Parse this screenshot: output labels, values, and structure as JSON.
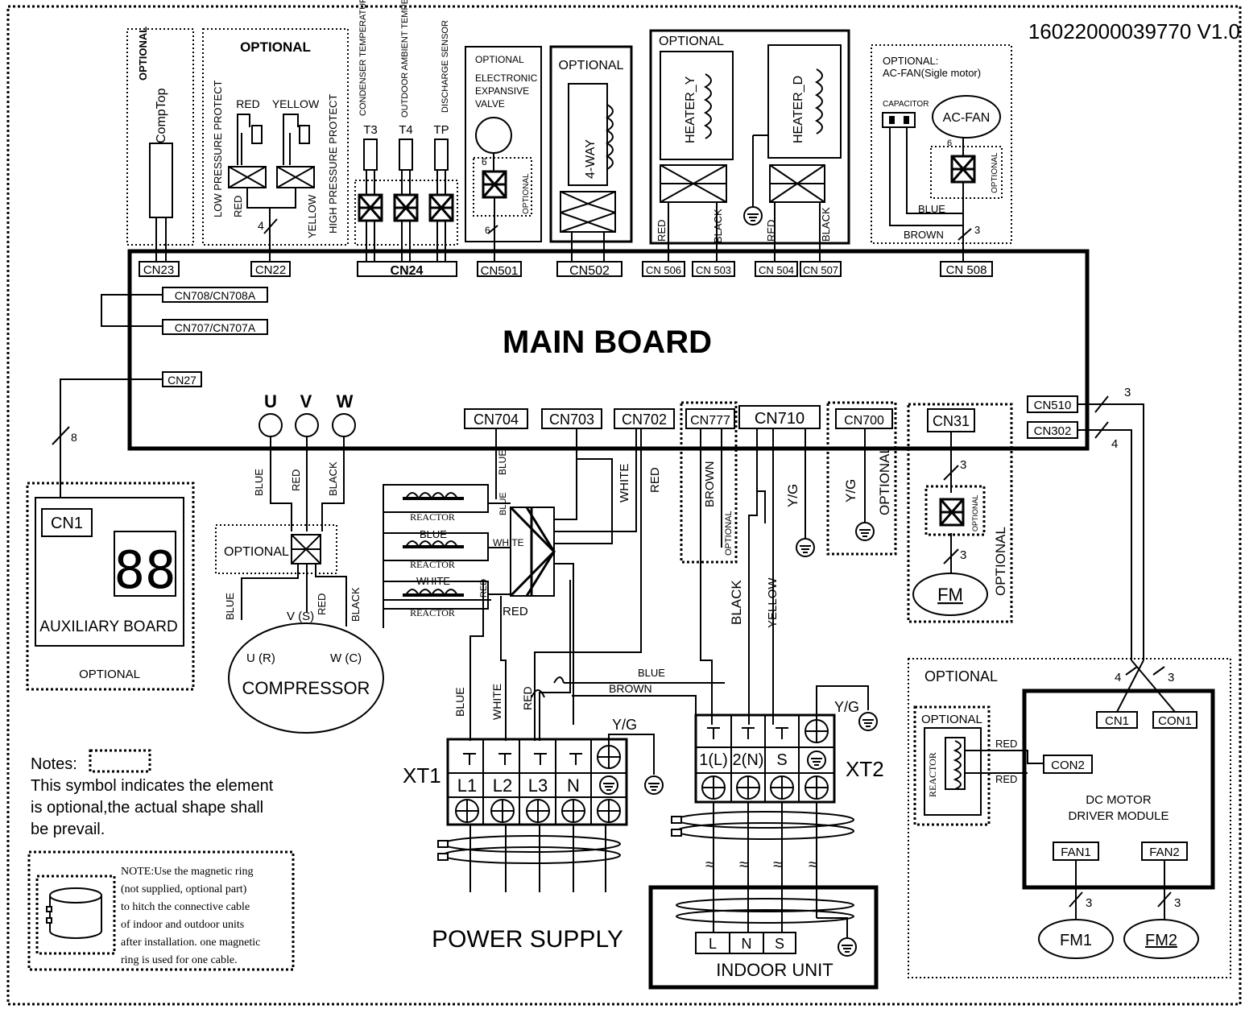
{
  "doc_id": "16022000039770 V1.0",
  "main_board": "MAIN BOARD",
  "connectors": {
    "cn23": "CN23",
    "cn22": "CN22",
    "cn24": "CN24",
    "cn501": "CN501",
    "cn502": "CN502",
    "cn506": "CN 506",
    "cn503": "CN 503",
    "cn504": "CN 504",
    "cn507": "CN 507",
    "cn508": "CN 508",
    "cn708": "CN708/CN708A",
    "cn707": "CN707/CN707A",
    "cn27": "CN27",
    "cn704": "CN704",
    "cn703": "CN703",
    "cn702": "CN702",
    "cn777": "CN777",
    "cn710": "CN710",
    "cn700": "CN700",
    "cn31": "CN31",
    "cn510": "CN510",
    "cn302": "CN302"
  },
  "top": {
    "optional": "OPTIONAL",
    "comp_top": "CompTop",
    "low_pressure": "LOW PRESSURE PROTECT",
    "high_pressure": "HIGH PRESSURE PROTECT",
    "red": "RED",
    "yellow": "YELLOW",
    "four": "4",
    "sensor_condenser": "CONDENSER TEMPERATURE SENSOR",
    "sensor_ambient": "OUTDOOR AMBIENT TEMPERATURE SENSOR",
    "sensor_discharge": "DISCHARGE SENSOR",
    "t3": "T3",
    "t4": "T4",
    "tp": "TP",
    "eev": [
      "OPTIONAL",
      "ELECTRONIC",
      "EXPANSIVE",
      "VALVE"
    ],
    "six": "6",
    "four_way": "4-WAY",
    "heater_y": "HEATER_Y",
    "heater_d": "HEATER_D",
    "black": "BLACK",
    "acfan_note": [
      "OPTIONAL:",
      "AC-FAN(Sigle motor)"
    ],
    "capacitor": "CAPACITOR",
    "ac_fan": "AC-FAN",
    "blue": "BLUE",
    "brown": "BROWN",
    "three": "3"
  },
  "aux": {
    "cn1": "CN1",
    "display": "88",
    "label": "AUXILIARY BOARD",
    "optional": "OPTIONAL",
    "eight": "8"
  },
  "compressor": {
    "u": "U",
    "v": "V",
    "w": "W",
    "blue": "BLUE",
    "red": "RED",
    "black": "BLACK",
    "optional": "OPTIONAL",
    "vs": "V (S)",
    "ur": "U (R)",
    "wc": "W (C)",
    "label": "COMPRESSOR"
  },
  "reactor": {
    "label": "REACTOR",
    "blue": "BLUE",
    "white": "WHITE",
    "red": "RED",
    "wire_blue": "BLUE",
    "wire_white": "WHITE",
    "wire_red": "RED"
  },
  "wires": {
    "brown": "BROWN",
    "black": "BLACK",
    "yellow": "YELLOW",
    "yg": "Y/G",
    "optional": "OPTIONAL",
    "blue": "BLUE",
    "white": "WHITE",
    "red": "RED"
  },
  "xt1": {
    "label": "XT1",
    "terms": [
      "L1",
      "L2",
      "L3",
      "N"
    ],
    "power": "POWER SUPPLY",
    "yg": "Y/G"
  },
  "xt2": {
    "label": "XT2",
    "terms": [
      "1(L)",
      "2(N)",
      "S"
    ],
    "yg": "Y/G",
    "blue": "BLUE",
    "brown": "BROWN"
  },
  "indoor": {
    "terms": [
      "L",
      "N",
      "S"
    ],
    "label": "INDOOR UNIT"
  },
  "fm_area": {
    "three": "3",
    "optional": "OPTIONAL",
    "fm": "FM"
  },
  "dc": {
    "optional": "OPTIONAL",
    "reactor": "REACTOR",
    "red": "RED",
    "cn1": "CN1",
    "con1": "CON1",
    "con2": "CON2",
    "title1": "DC MOTOR",
    "title2": "DRIVER MODULE",
    "fan1": "FAN1",
    "fan2": "FAN2",
    "fm1": "FM1",
    "fm2": "FM2",
    "three": "3",
    "four": "4"
  },
  "notes": {
    "label": "Notes:",
    "lines": [
      "This symbol indicates the element",
      "is  optional,the actual shape shall",
      "be prevail."
    ],
    "ring": [
      "NOTE:Use the magnetic ring",
      "(not supplied, optional part)",
      "to hitch the connective cable",
      "of indoor and outdoor units",
      "after installation. one magnetic",
      "ring is used for one cable."
    ]
  }
}
